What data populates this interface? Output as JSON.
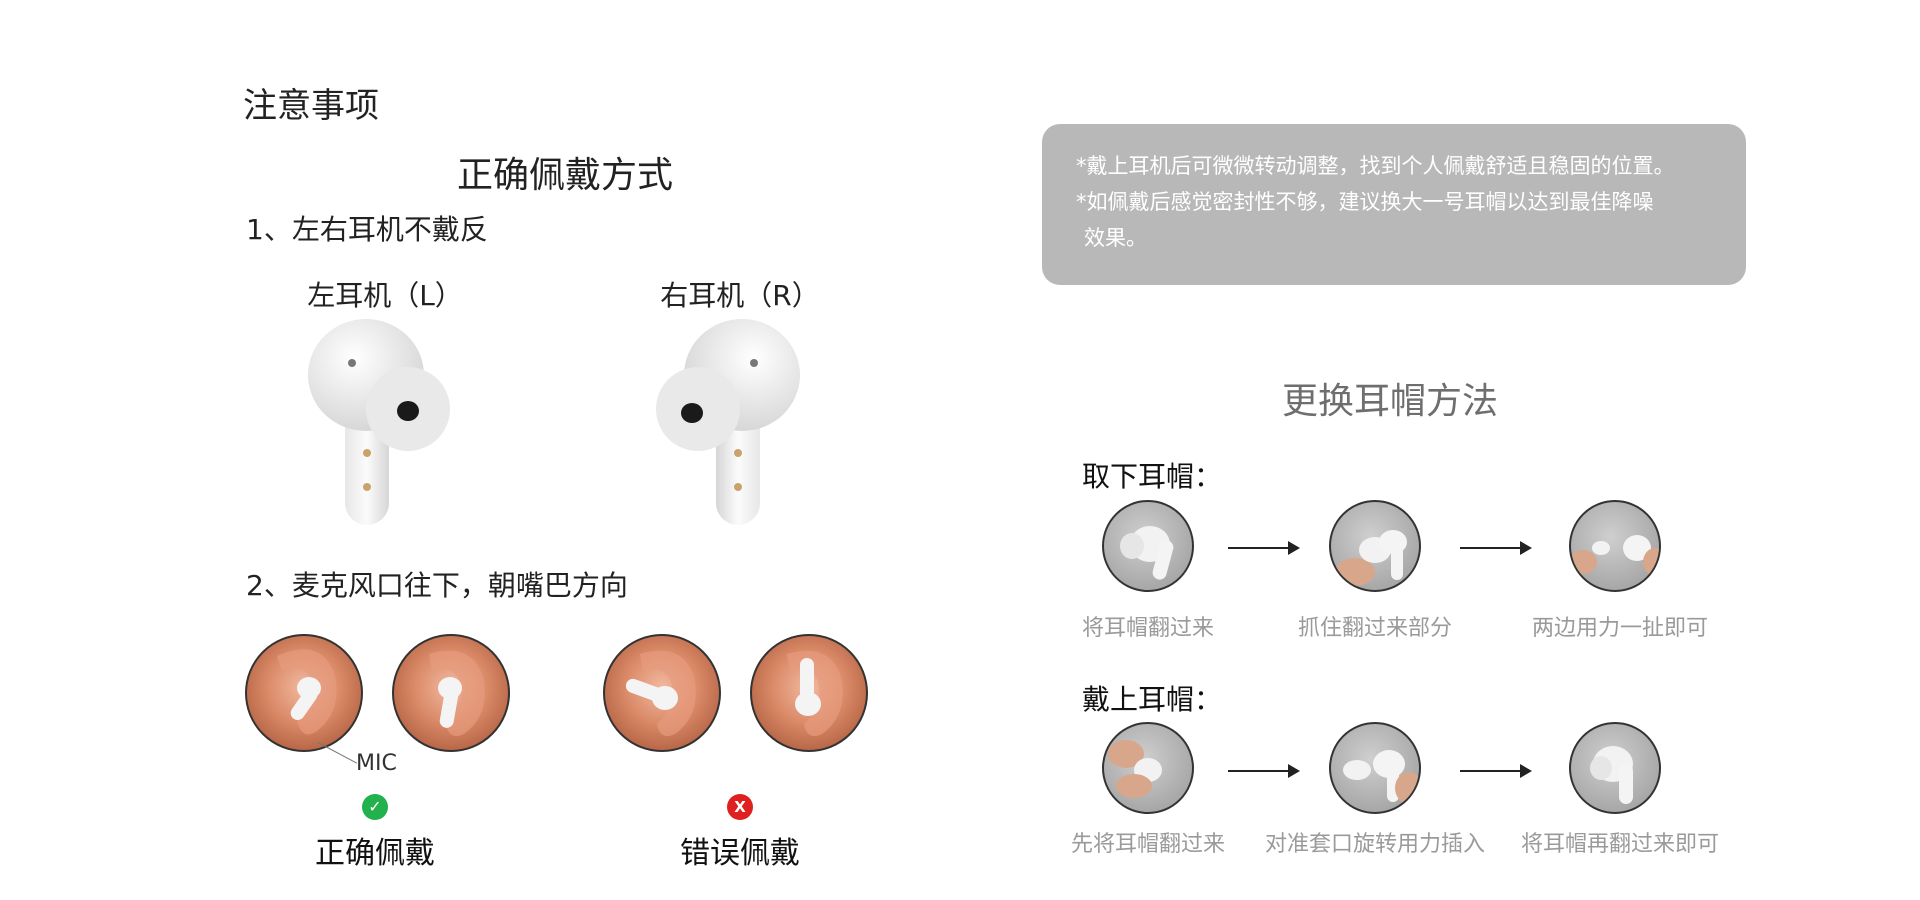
{
  "notice": {
    "title": "注意事项"
  },
  "wear": {
    "title": "正确佩戴方式",
    "step1": "1、左右耳机不戴反",
    "left_label": "左耳机（L）",
    "right_label": "右耳机（R）",
    "step2": "2、麦克风口往下，朝嘴巴方向",
    "mic_label": "MIC",
    "correct_label": "正确佩戴",
    "wrong_label": "错误佩戴",
    "correct_icon": "check-icon",
    "wrong_icon": "x-icon",
    "wrong_icon_text": "X",
    "correct_color": "#22b14c",
    "wrong_color": "#e02020"
  },
  "tips": {
    "line1": "*戴上耳机后可微微转动调整，找到个人佩戴舒适且稳固的位置。",
    "line2": "*如佩戴后感觉密封性不够，建议换大一号耳帽以达到最佳降噪",
    "line3": "效果。",
    "bg_color": "#b8b8b8"
  },
  "replace": {
    "title": "更换耳帽方法",
    "remove": {
      "title": "取下耳帽：",
      "steps": [
        "将耳帽翻过来",
        "抓住翻过来部分",
        "两边用力一扯即可"
      ]
    },
    "install": {
      "title": "戴上耳帽：",
      "steps": [
        "先将耳帽翻过来",
        "对准套口旋转用力插入",
        "将耳帽再翻过来即可"
      ]
    }
  }
}
